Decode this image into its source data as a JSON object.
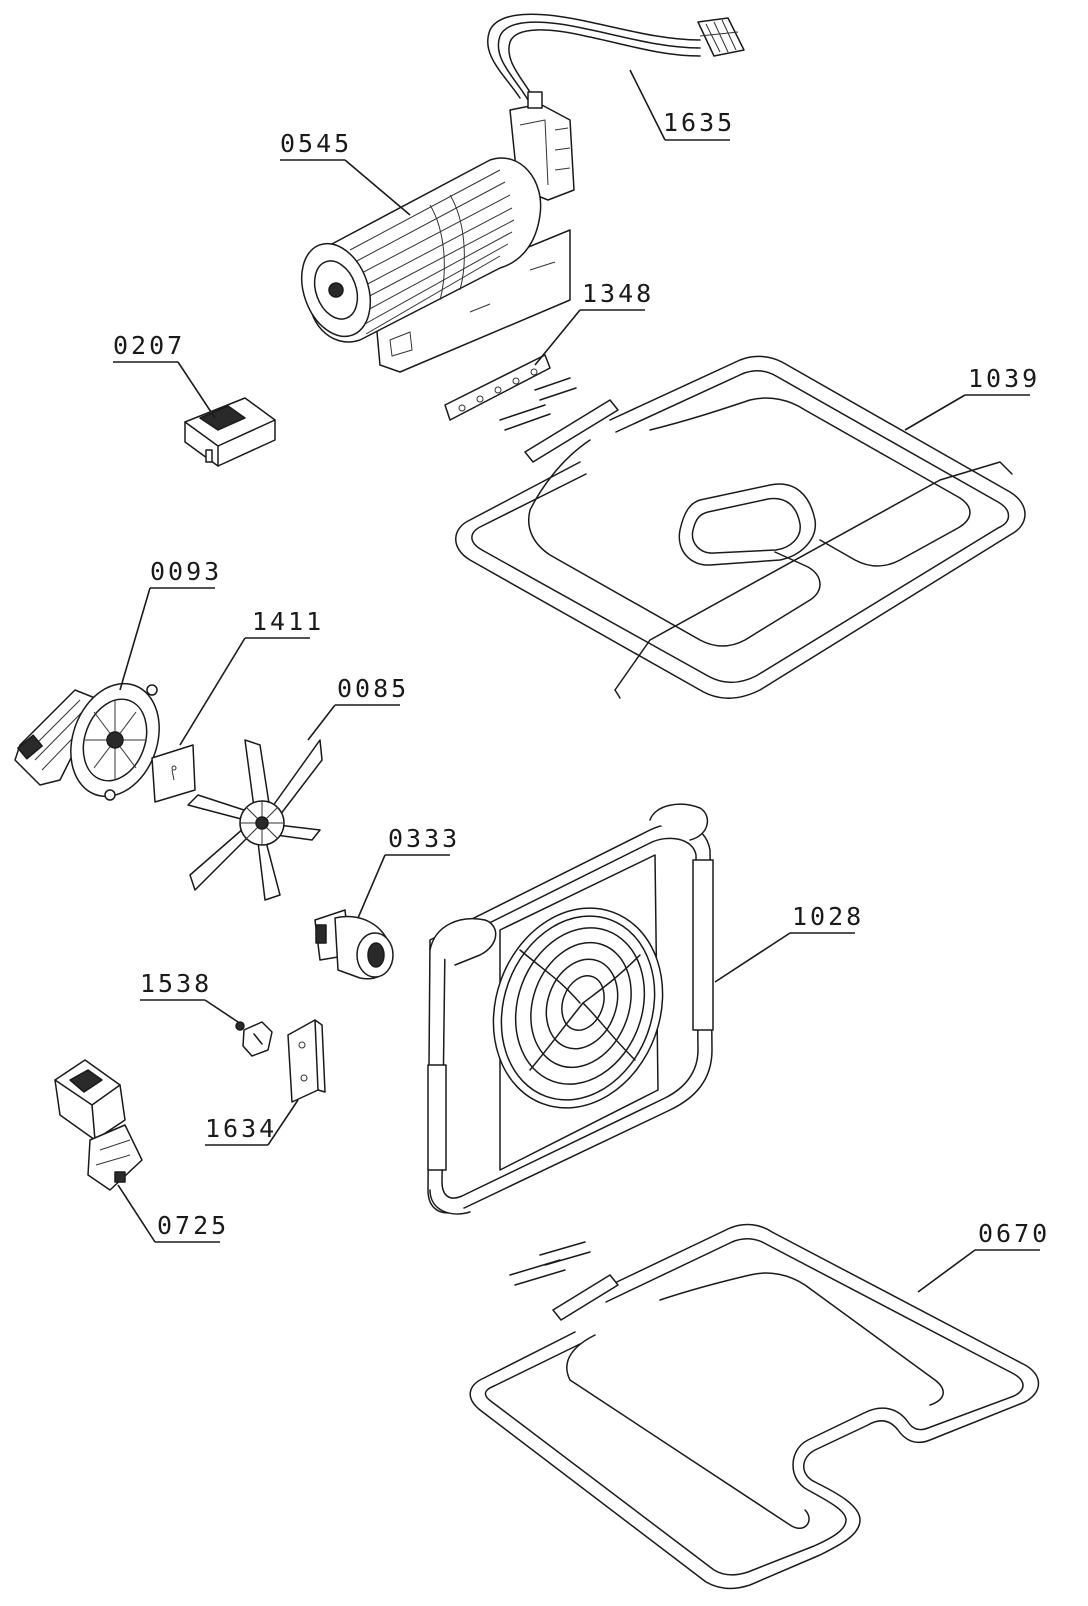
{
  "parts": [
    {
      "id": "p1635",
      "number": "1635"
    },
    {
      "id": "p0545",
      "number": "0545"
    },
    {
      "id": "p1348",
      "number": "1348"
    },
    {
      "id": "p0207",
      "number": "0207"
    },
    {
      "id": "p1039",
      "number": "1039"
    },
    {
      "id": "p0093",
      "number": "0093"
    },
    {
      "id": "p1411",
      "number": "1411"
    },
    {
      "id": "p0085",
      "number": "0085"
    },
    {
      "id": "p0333",
      "number": "0333"
    },
    {
      "id": "p1028",
      "number": "1028"
    },
    {
      "id": "p1538",
      "number": "1538"
    },
    {
      "id": "p1634",
      "number": "1634"
    },
    {
      "id": "p0725",
      "number": "0725"
    },
    {
      "id": "p0670",
      "number": "0670"
    }
  ]
}
